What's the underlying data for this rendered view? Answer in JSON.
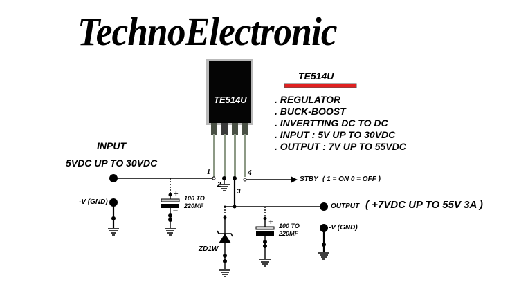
{
  "brand": "TechnoElectronic",
  "chip": {
    "part_number": "TE514U",
    "pins": [
      "1",
      "2",
      "3",
      "4"
    ]
  },
  "spec_panel": {
    "title": "TE514U",
    "accent_color": "#e02020",
    "features": [
      ". REGULATOR",
      ". BUCK-BOOST",
      ". INVERTTING DC TO DC",
      ". INPUT : 5V UP TO 30VDC",
      ". OUTPUT : 7V UP TO 55VDC"
    ]
  },
  "input": {
    "title": "INPUT",
    "range": "5VDC UP TO 30VDC"
  },
  "standby": {
    "label": "STBY",
    "note": "( 1 = ON   0 = OFF )"
  },
  "output": {
    "label": "OUTPUT",
    "range": "( +7VDC UP TO 55V 3A )"
  },
  "ground": {
    "left_label": "-V (GND)",
    "right_label": "-V (GND)"
  },
  "components": {
    "input_cap": {
      "line1": "100 TO",
      "line2": "220MF",
      "plus": "+",
      "minus": "_"
    },
    "output_cap": {
      "line1": "100 TO",
      "line2": "220MF",
      "plus": "+",
      "minus": "_"
    },
    "zener": {
      "label": "ZD1W"
    }
  }
}
